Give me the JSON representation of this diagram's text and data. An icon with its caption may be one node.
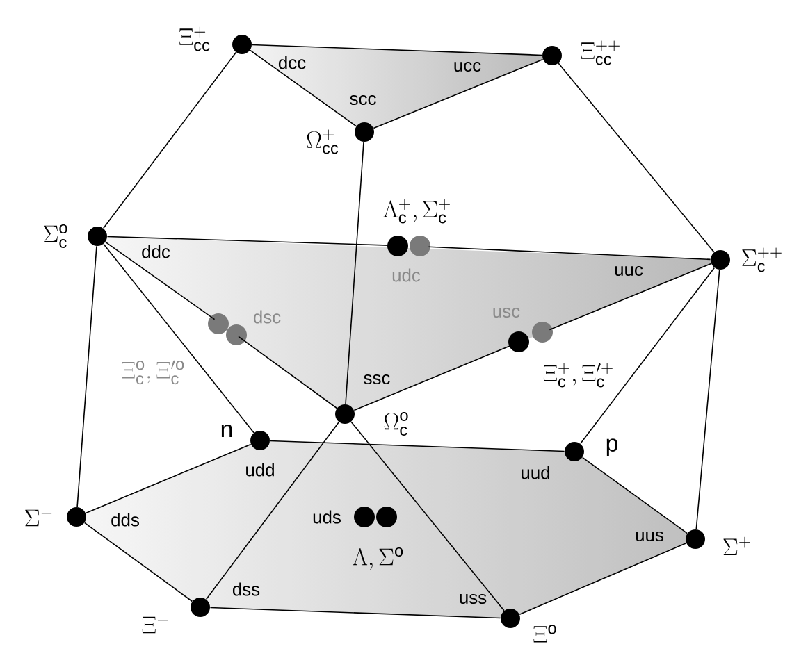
{
  "diagram": {
    "nodes": [
      {
        "text": [],
        "shape": "circle",
        "beside": [
          "\\Xi^{+}_{\\mathrm{cc}}",
          "dcc"
        ]
      },
      {
        "text": [],
        "shape": "circle",
        "beside": [
          "\\Xi^{++}_{\\mathrm{cc}}",
          "ucc"
        ]
      },
      {
        "text": [],
        "shape": "circle",
        "beside": [
          "\\Omega^{+}_{\\mathrm{cc}}",
          "scc"
        ]
      },
      {
        "text": [],
        "shape": "circle",
        "beside": [
          "\\Sigma^{\\mathrm{o}}_{\\mathrm{c}}",
          "ddc"
        ]
      },
      {
        "text": [],
        "shape": "circle",
        "beside": [
          "\\Lambda^{+}_{\\mathrm{c}},\\Sigma^{+}_{\\mathrm{c}}",
          "udc"
        ]
      },
      {
        "text": [],
        "shape": "circle",
        "beside": [
          "\\Xi^{\\mathrm{o}}_{\\mathrm{c}},\\Xi'^{\\mathrm{o}}_{\\mathrm{c}}",
          "dsc"
        ]
      },
      {
        "text": [],
        "shape": "circle",
        "beside": [
          "\\Sigma^{++}_{\\mathrm{c}}",
          "uuc"
        ]
      },
      {
        "text": [],
        "shape": "circle",
        "beside": [
          "\\Xi^{+}_{\\mathrm{c}},\\Xi'^{+}_{\\mathrm{c}}",
          "usc"
        ]
      },
      {
        "text": [],
        "shape": "circle",
        "beside": [
          "\\Omega^{\\mathrm{o}}_{\\mathrm{c}}",
          "ssc"
        ]
      },
      {
        "text": [],
        "shape": "circle",
        "beside": [
          "\\mathrm{n}",
          "udd"
        ]
      },
      {
        "text": [],
        "shape": "circle",
        "beside": [
          "\\mathrm{p}",
          "uud"
        ]
      },
      {
        "text": [],
        "shape": "circle",
        "beside": [
          "\\Sigma^{-}",
          "dds"
        ]
      },
      {
        "text": [],
        "shape": "circle",
        "beside": [
          "\\Lambda,\\Sigma^{\\mathrm{o}}",
          "uds"
        ]
      },
      {
        "text": [],
        "shape": "circle",
        "beside": [
          "\\Sigma^{+}",
          "uus"
        ]
      },
      {
        "text": [],
        "shape": "circle",
        "beside": [
          "\\Xi^{-}",
          "dss"
        ]
      },
      {
        "text": [],
        "shape": "circle",
        "beside": [
          "\\Xi^{\\mathrm{o}}",
          "uss"
        ]
      }
    ],
    "edges": [
      {
        "from": 0,
        "to": 1,
        "arrow": "none"
      },
      {
        "from": 0,
        "to": 2,
        "arrow": "none"
      },
      {
        "from": 1,
        "to": 2,
        "arrow": "none"
      },
      {
        "from": 0,
        "to": 3,
        "arrow": "none"
      },
      {
        "from": 1,
        "to": 6,
        "arrow": "none"
      },
      {
        "from": 2,
        "to": 8,
        "arrow": "none"
      },
      {
        "from": 3,
        "to": 4,
        "arrow": "none"
      },
      {
        "from": 4,
        "to": 6,
        "arrow": "none"
      },
      {
        "from": 3,
        "to": 5,
        "arrow": "none"
      },
      {
        "from": 5,
        "to": 8,
        "arrow": "none"
      },
      {
        "from": 8,
        "to": 7,
        "arrow": "none"
      },
      {
        "from": 7,
        "to": 6,
        "arrow": "none"
      },
      {
        "from": 3,
        "to": 9,
        "arrow": "none"
      },
      {
        "from": 6,
        "to": 10,
        "arrow": "none"
      },
      {
        "from": 3,
        "to": 11,
        "arrow": "none"
      },
      {
        "from": 6,
        "to": 13,
        "arrow": "none"
      },
      {
        "from": 9,
        "to": 10,
        "arrow": "none"
      },
      {
        "from": 9,
        "to": 11,
        "arrow": "none"
      },
      {
        "from": 10,
        "to": 13,
        "arrow": "none"
      },
      {
        "from": 11,
        "to": 14,
        "arrow": "none"
      },
      {
        "from": 13,
        "to": 15,
        "arrow": "none"
      },
      {
        "from": 14,
        "to": 15,
        "arrow": "none"
      },
      {
        "from": 8,
        "to": 14,
        "arrow": "none"
      },
      {
        "from": 8,
        "to": 15,
        "arrow": "none"
      }
    ]
  }
}
